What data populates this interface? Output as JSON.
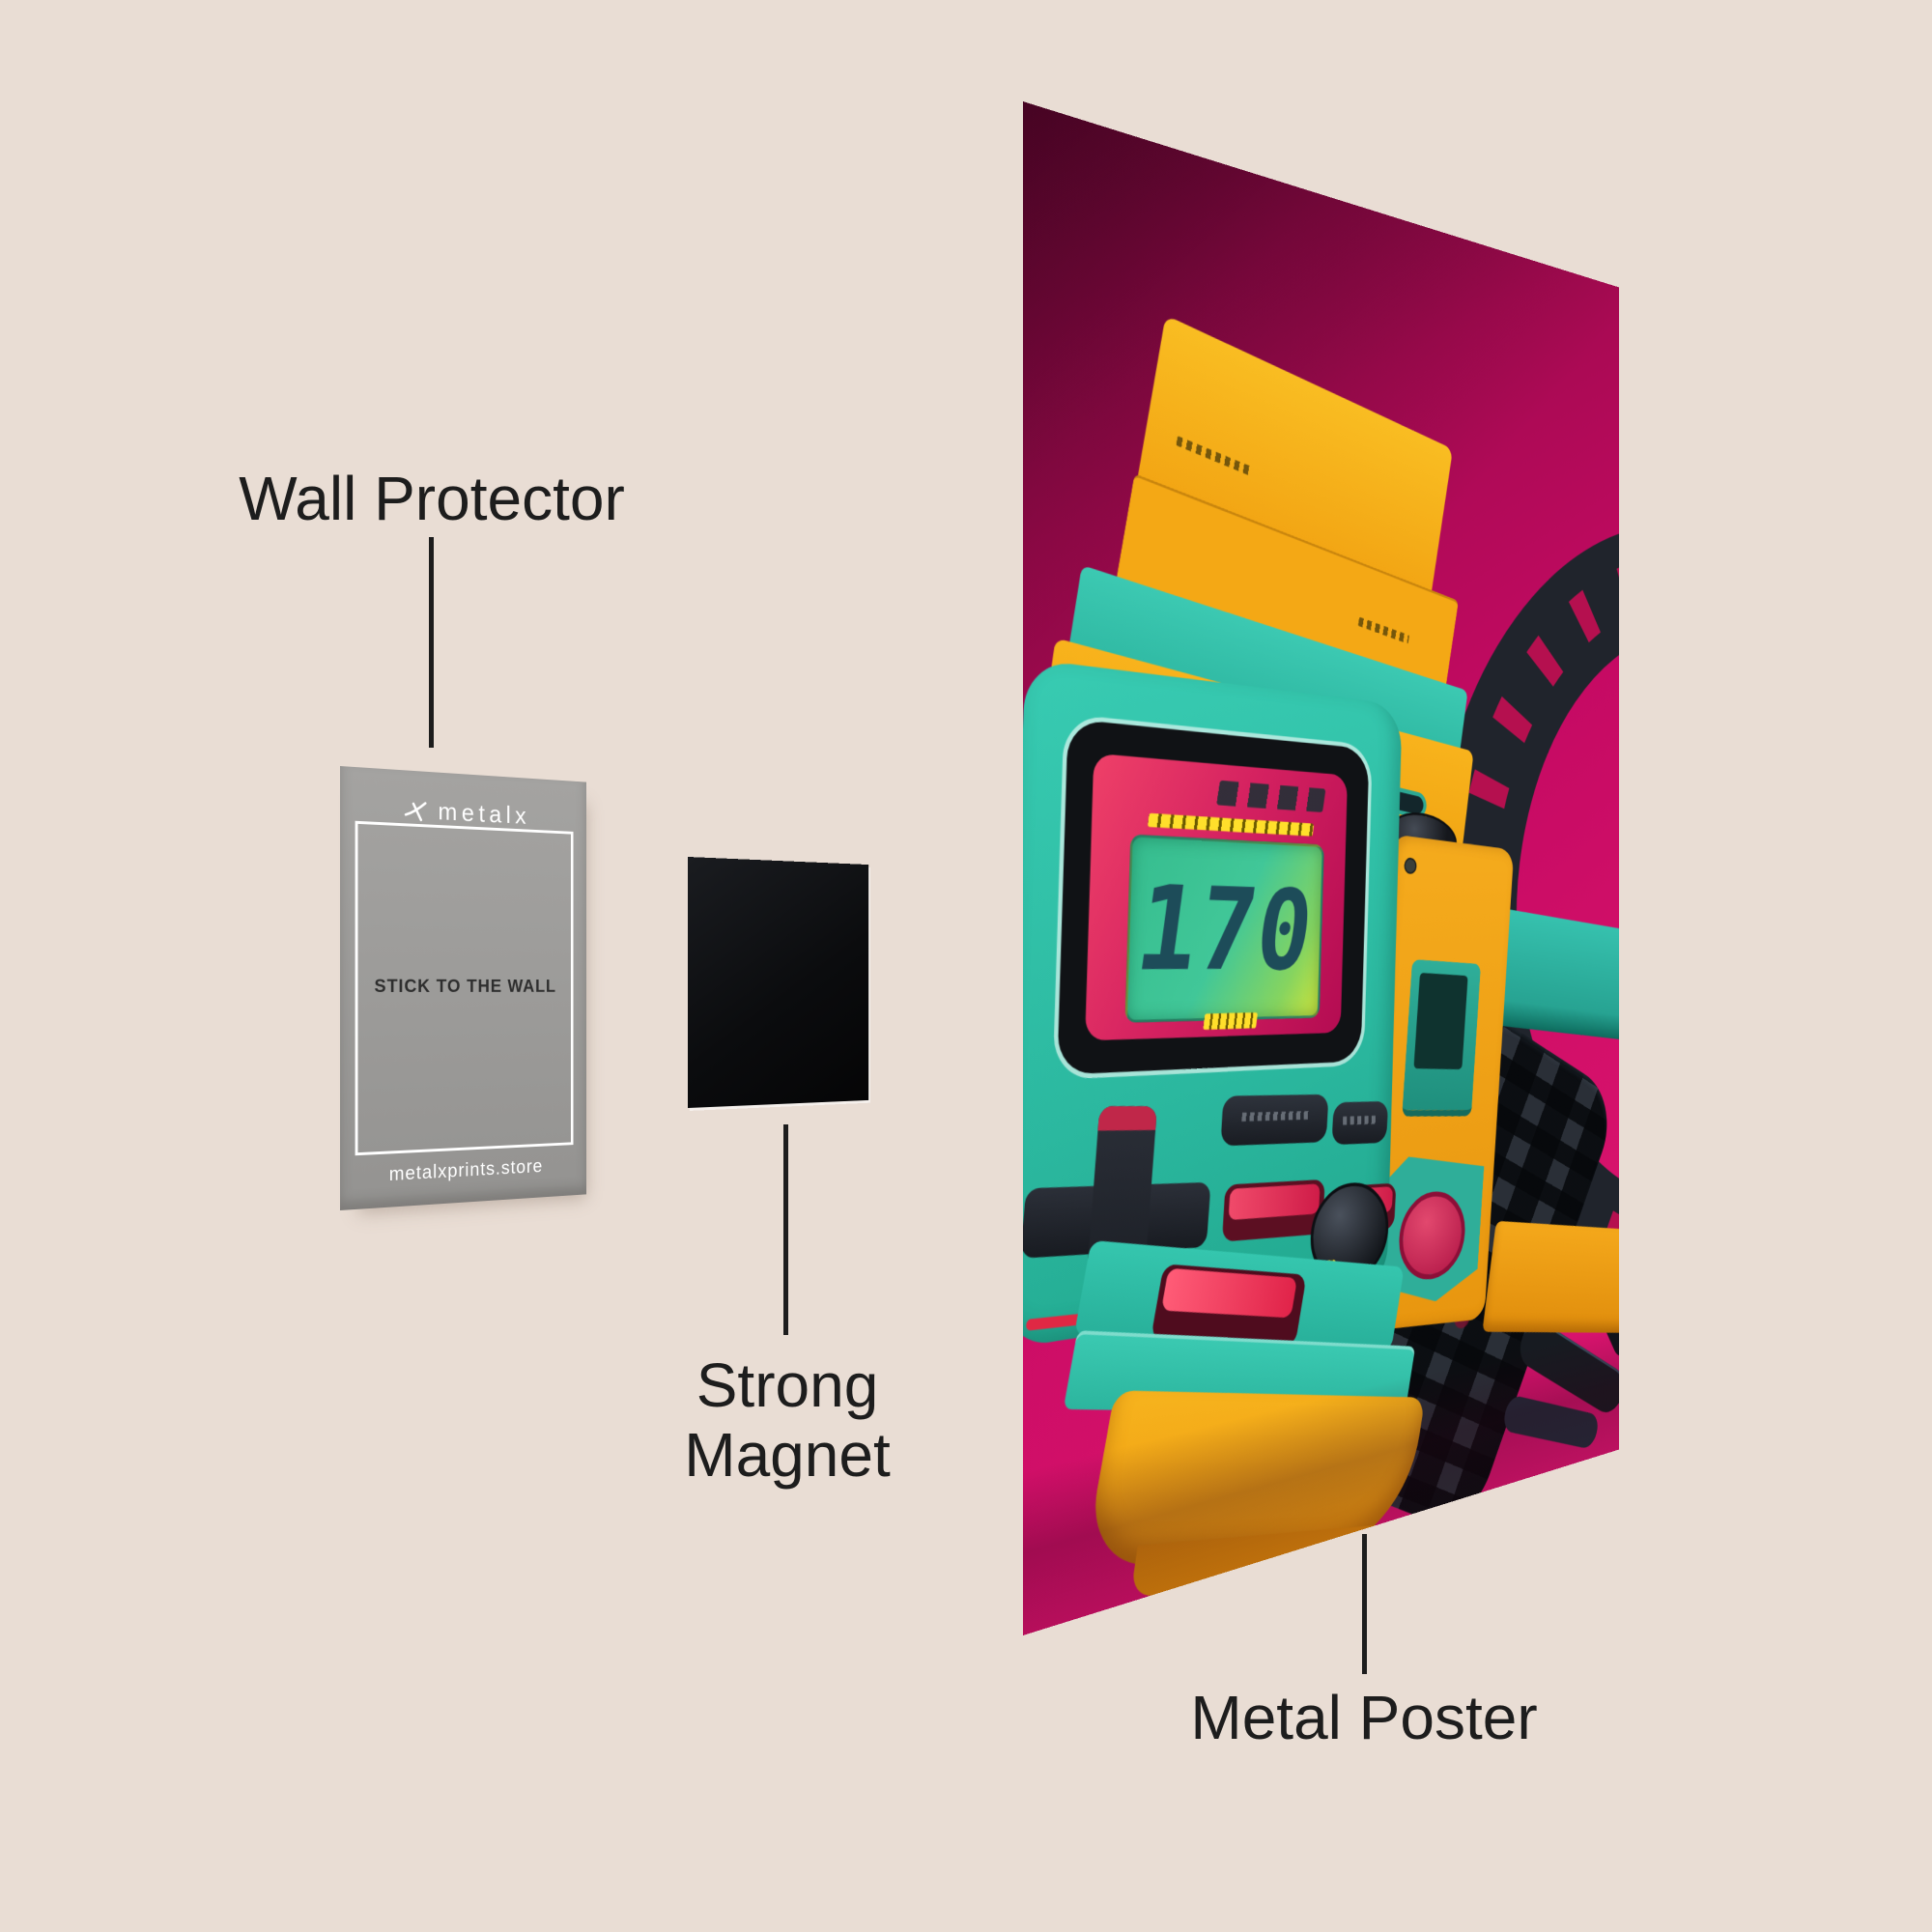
{
  "scene": {
    "background_color": "#e9ddd4",
    "annotation_color": "#1d1d1d"
  },
  "labels": {
    "wall_protector": "Wall Protector",
    "strong_magnet": {
      "line1": "Strong",
      "line2": "Magnet"
    },
    "metal_poster": "Metal Poster"
  },
  "wall_protector_card": {
    "brand": "metalx",
    "message": "STICK TO THE WALL",
    "website": "metalxprints.store",
    "card_color": "#9d9c9a",
    "text_color": "#ffffff",
    "message_color": "#2e2e2e"
  },
  "magnet": {
    "color": "#0b0c0e"
  },
  "poster": {
    "background_color": "#c50a63",
    "watch": {
      "display_value": "170",
      "body_color": "#2fc3ac",
      "case_yellow": "#f6ac19",
      "accent_red": "#e0244c",
      "strap_dark": "#23262e",
      "lcd_green": "#41c798"
    }
  }
}
